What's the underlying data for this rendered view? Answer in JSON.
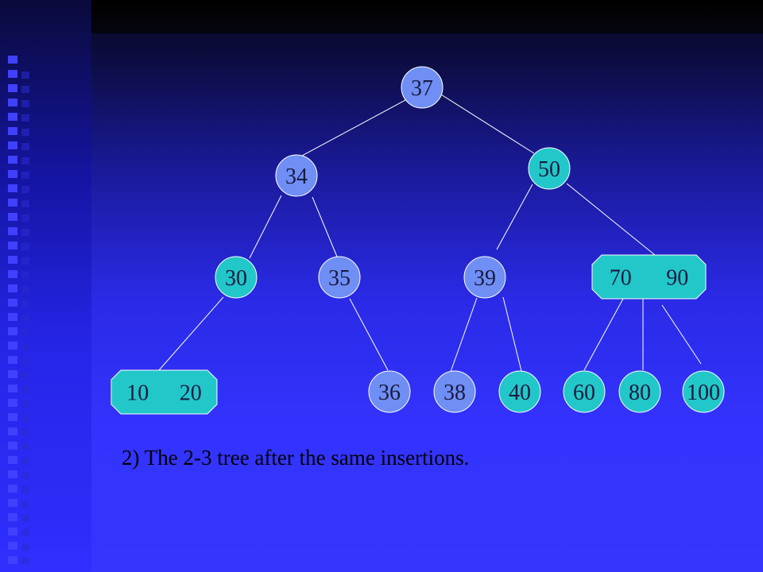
{
  "tree": {
    "nodes": [
      {
        "id": "n37",
        "keys": [
          "37"
        ],
        "color": "#6f8ff5",
        "shape": "circle"
      },
      {
        "id": "n34",
        "keys": [
          "34"
        ],
        "color": "#6f8ff5",
        "shape": "circle"
      },
      {
        "id": "n50",
        "keys": [
          "50"
        ],
        "color": "#22c7c9",
        "shape": "circle"
      },
      {
        "id": "n30",
        "keys": [
          "30"
        ],
        "color": "#22c7c9",
        "shape": "circle"
      },
      {
        "id": "n35",
        "keys": [
          "35"
        ],
        "color": "#6f8ff5",
        "shape": "circle"
      },
      {
        "id": "n39",
        "keys": [
          "39"
        ],
        "color": "#6f8ff5",
        "shape": "circle"
      },
      {
        "id": "n7090",
        "keys": [
          "70",
          "90"
        ],
        "color": "#22c7c9",
        "shape": "octagon"
      },
      {
        "id": "n1020",
        "keys": [
          "10",
          "20"
        ],
        "color": "#22c7c9",
        "shape": "octagon"
      },
      {
        "id": "n36",
        "keys": [
          "36"
        ],
        "color": "#6f8ff5",
        "shape": "circle"
      },
      {
        "id": "n38",
        "keys": [
          "38"
        ],
        "color": "#6f8ff5",
        "shape": "circle"
      },
      {
        "id": "n40",
        "keys": [
          "40"
        ],
        "color": "#22c7c9",
        "shape": "circle"
      },
      {
        "id": "n60",
        "keys": [
          "60"
        ],
        "color": "#22c7c9",
        "shape": "circle"
      },
      {
        "id": "n80",
        "keys": [
          "80"
        ],
        "color": "#22c7c9",
        "shape": "circle"
      },
      {
        "id": "n100",
        "keys": [
          "100"
        ],
        "color": "#22c7c9",
        "shape": "circle"
      }
    ],
    "edges": [
      [
        "n37",
        "n34"
      ],
      [
        "n37",
        "n50"
      ],
      [
        "n34",
        "n30"
      ],
      [
        "n34",
        "n35"
      ],
      [
        "n50",
        "n39"
      ],
      [
        "n50",
        "n7090"
      ],
      [
        "n30",
        "n1020"
      ],
      [
        "n35",
        "n36"
      ],
      [
        "n39",
        "n38"
      ],
      [
        "n39",
        "n40"
      ],
      [
        "n7090",
        "n60"
      ],
      [
        "n7090",
        "n80"
      ],
      [
        "n7090",
        "n100"
      ]
    ]
  },
  "caption": "2) The 2-3 tree after the same insertions."
}
